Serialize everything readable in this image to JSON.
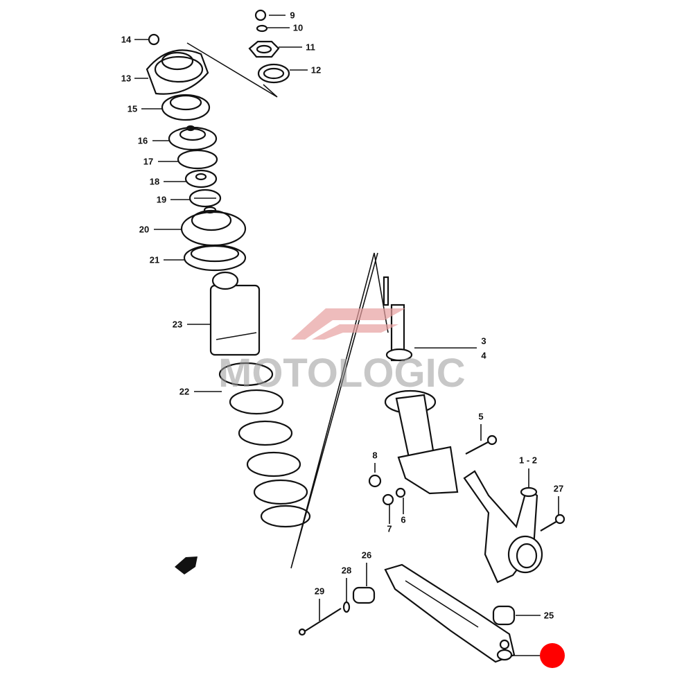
{
  "diagram": {
    "watermark": "MOTOLOGIC",
    "highlight_color": "#ff0000",
    "watermark_color": "#9a9a9a",
    "callouts": [
      {
        "id": "9",
        "label": "9"
      },
      {
        "id": "10",
        "label": "10"
      },
      {
        "id": "11",
        "label": "11"
      },
      {
        "id": "12",
        "label": "12"
      },
      {
        "id": "13",
        "label": "13"
      },
      {
        "id": "14",
        "label": "14"
      },
      {
        "id": "15",
        "label": "15"
      },
      {
        "id": "16",
        "label": "16"
      },
      {
        "id": "17",
        "label": "17"
      },
      {
        "id": "18",
        "label": "18"
      },
      {
        "id": "19",
        "label": "19"
      },
      {
        "id": "20",
        "label": "20"
      },
      {
        "id": "21",
        "label": "21"
      },
      {
        "id": "22",
        "label": "22"
      },
      {
        "id": "23",
        "label": "23"
      },
      {
        "id": "3",
        "label": "3"
      },
      {
        "id": "4",
        "label": "4"
      },
      {
        "id": "5",
        "label": "5"
      },
      {
        "id": "6",
        "label": "6"
      },
      {
        "id": "7",
        "label": "7"
      },
      {
        "id": "8",
        "label": "8"
      },
      {
        "id": "1-2",
        "label": "1 - 2"
      },
      {
        "id": "25",
        "label": "25"
      },
      {
        "id": "26",
        "label": "26"
      },
      {
        "id": "27",
        "label": "27"
      },
      {
        "id": "28",
        "label": "28"
      },
      {
        "id": "29",
        "label": "29"
      }
    ]
  }
}
